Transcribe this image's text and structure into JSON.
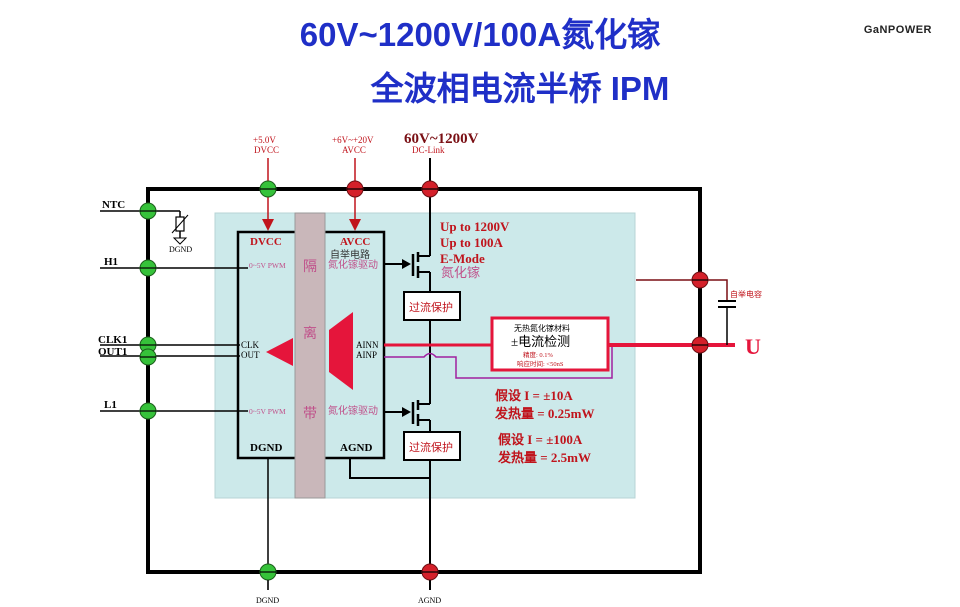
{
  "title": {
    "line1": "60V~1200V/100A氮化镓",
    "line2": "全波相电流半桥 IPM"
  },
  "logo": "GaNPOWER",
  "supplies": {
    "dvcc_voltage": "+5.0V",
    "dvcc_name": "DVCC",
    "avcc_voltage": "+6V~+20V",
    "avcc_name": "AVCC",
    "dc_voltage": "60V~1200V",
    "dc_name": "DC-Link"
  },
  "pins": {
    "ntc": "NTC",
    "h1": "H1",
    "clk1": "CLK1",
    "out1": "OUT1",
    "l1": "L1",
    "dgnd_ntc": "DGND",
    "dgnd_bottom": "DGND",
    "agnd_bottom": "AGND",
    "output_u": "U"
  },
  "driver": {
    "dvcc": "DVCC",
    "avcc": "AVCC",
    "dgnd": "DGND",
    "agnd": "AGND",
    "pwm_high": "0~5V PWM",
    "pwm_low": "0~5V PWM",
    "clk": "CLK",
    "out": "OUT",
    "ainn": "AINN",
    "ainp": "AINP",
    "bootstrap": "自举电路",
    "gan_driver_high": "氮化镓驱动",
    "gan_driver_low": "氮化镓驱动",
    "isolation": [
      "隔",
      "离",
      "带"
    ]
  },
  "transistor": {
    "rating_v": "Up to 1200V",
    "rating_a": "Up to 100A",
    "mode": "E-Mode",
    "material": "氮化镓"
  },
  "protection": {
    "high": "过流保护",
    "low": "过流保护"
  },
  "sensor": {
    "title": "无热氮化镓材料",
    "name": "±电流检测",
    "accuracy": "精度: 0.1%",
    "response": "响应时间: <50nS"
  },
  "capacitor": "自举电容",
  "heat": {
    "case1_current": "假设 I = ±10A",
    "case1_heat": "发热量 = 0.25mW",
    "case2_current": "假设 I = ±100A",
    "case2_heat": "发热量 = 2.5mW"
  },
  "colors": {
    "title": "#1f2fc7",
    "module_fill": "#cce9ea",
    "red_text": "#c0141c",
    "pink_text": "#c0508a",
    "signal_line": "#e5153b",
    "green_pin": "#36c23a",
    "red_pin": "#d4202a"
  }
}
